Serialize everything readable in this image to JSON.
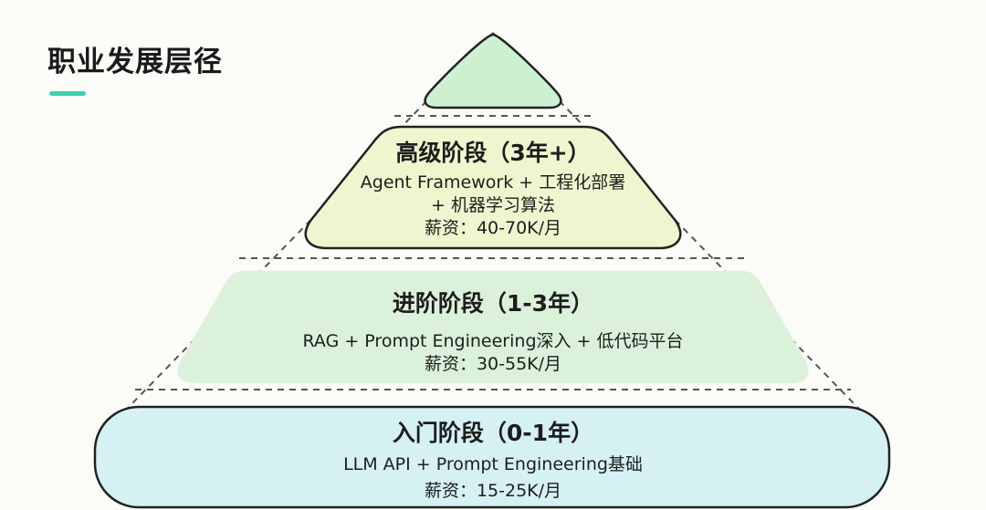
{
  "title": "职业发展层径",
  "colors": {
    "accent": "#3ed1b2",
    "top_tier_fill": "#cdf0d2",
    "senior_fill": "#f1f5cf",
    "intermediate_fill": "#dcf1da",
    "entry_fill": "#d6f1f3"
  },
  "tiers": {
    "senior": {
      "title": "高级阶段（3年+）",
      "skills_line1": "Agent Framework + 工程化部署",
      "skills_line2": "+ 机器学习算法",
      "salary": "薪资：40-70K/月"
    },
    "intermediate": {
      "title": "进阶阶段（1-3年）",
      "skills": "RAG + Prompt Engineering深入 + 低代码平台",
      "salary": "薪资：30-55K/月"
    },
    "entry": {
      "title": "入门阶段（0-1年）",
      "skills": "LLM API + Prompt Engineering基础",
      "salary": "薪资：15-25K/月"
    }
  }
}
